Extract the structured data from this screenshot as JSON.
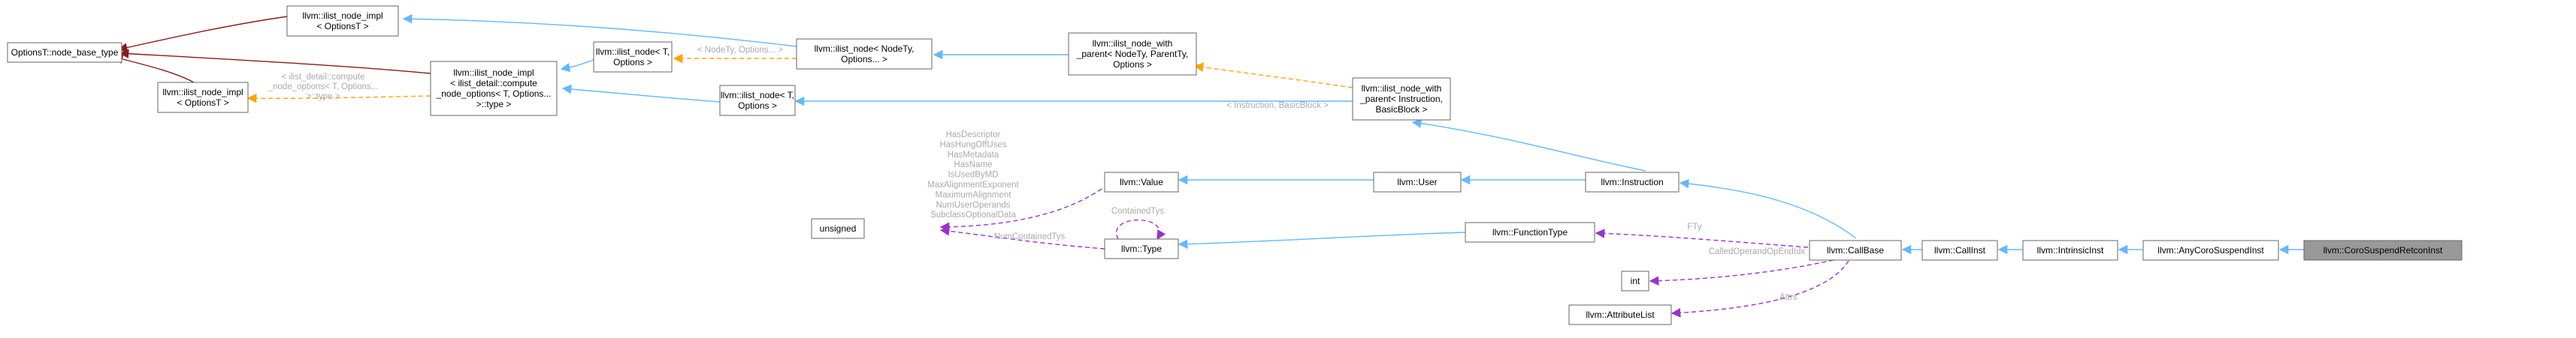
{
  "colors": {
    "inherit": "#63b8ff",
    "template": "#ffa500",
    "usage": "#9a32cd",
    "private": "#8b1a1a",
    "label_gray": "#aaaaaa"
  },
  "nodes": {
    "base_type": {
      "lines": [
        "OptionsT::node_base_type"
      ]
    },
    "impl_top": {
      "lines": [
        "llvm::ilist_node_impl",
        "< OptionsT >"
      ]
    },
    "impl_bottom": {
      "lines": [
        "llvm::ilist_node_impl",
        "< OptionsT >"
      ]
    },
    "impl_compute": {
      "lines": [
        "llvm::ilist_node_impl",
        "< ilist_detail::compute",
        "_node_options< T, Options...",
        ">::type >"
      ]
    },
    "node_t_options": {
      "lines": [
        "llvm::ilist_node< T,",
        "Options >"
      ]
    },
    "node_nodety": {
      "lines": [
        "llvm::ilist_node< NodeTy,",
        "Options... >"
      ]
    },
    "node_t_options2": {
      "lines": [
        "llvm::ilist_node< T,",
        "Options >"
      ]
    },
    "parent_nodety": {
      "lines": [
        "llvm::ilist_node_with",
        "_parent< NodeTy, ParentTy,",
        "Options >"
      ]
    },
    "parent_inst": {
      "lines": [
        "llvm::ilist_node_with",
        "_parent< Instruction,",
        "BasicBlock >"
      ]
    },
    "value": {
      "lines": [
        "llvm::Value"
      ]
    },
    "user": {
      "lines": [
        "llvm::User"
      ]
    },
    "instruction": {
      "lines": [
        "llvm::Instruction"
      ]
    },
    "unsigned": {
      "lines": [
        "unsigned"
      ]
    },
    "type": {
      "lines": [
        "llvm::Type"
      ]
    },
    "function_type": {
      "lines": [
        "llvm::FunctionType"
      ]
    },
    "call_base": {
      "lines": [
        "llvm::CallBase"
      ]
    },
    "call_inst": {
      "lines": [
        "llvm::CallInst"
      ]
    },
    "intrinsic_inst": {
      "lines": [
        "llvm::IntrinsicInst"
      ]
    },
    "any_coro": {
      "lines": [
        "llvm::AnyCoroSuspendInst"
      ]
    },
    "coro_retcon": {
      "lines": [
        "llvm::CoroSuspendRetconInst"
      ]
    },
    "int": {
      "lines": [
        "int"
      ]
    },
    "attribute_list": {
      "lines": [
        "llvm::AttributeList"
      ]
    }
  },
  "edge_labels": {
    "compute_options": [
      "< ilist_detail::compute",
      "_node_options< T, Options...",
      ">::type >"
    ],
    "nodety_options": [
      "< NodeTy, Options... >"
    ],
    "inst_basicblock": [
      "< Instruction, BasicBlock >"
    ],
    "value_members": [
      "HasDescriptor",
      "HasHungOffUses",
      "HasMetadata",
      "HasName",
      "IsUsedByMD",
      "MaxAlignmentExponent",
      "MaximumAlignment",
      "NumUserOperands",
      "SubclassOptionalData"
    ],
    "contained_tys": [
      "ContainedTys"
    ],
    "num_contained_tys": [
      "NumContainedTys"
    ],
    "ftys": [
      "FTy"
    ],
    "callee_operand": [
      "CalledOperandOpEndIdx"
    ],
    "attrs": [
      "Attrs"
    ]
  }
}
